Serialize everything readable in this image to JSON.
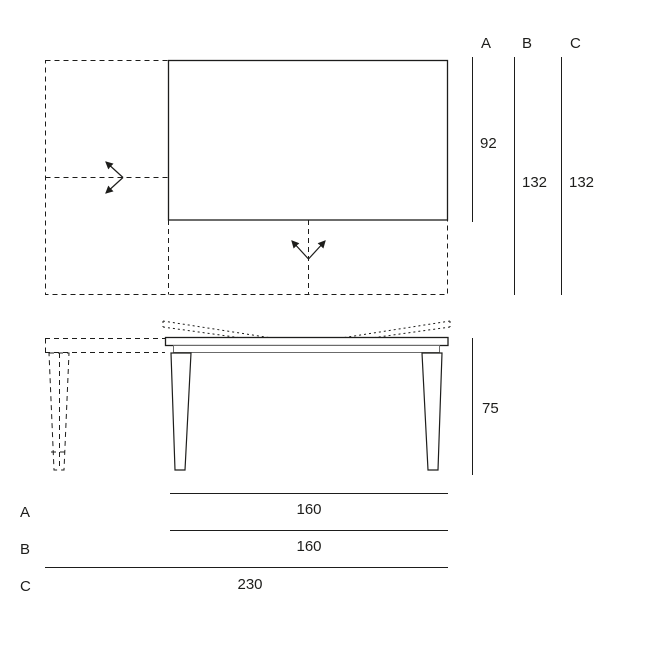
{
  "colors": {
    "line": "#1d1d1b",
    "background": "#ffffff"
  },
  "top_view_dimensions": {
    "columns": [
      {
        "label": "A",
        "value": "92"
      },
      {
        "label": "B",
        "value": "132"
      },
      {
        "label": "C",
        "value": "132"
      }
    ]
  },
  "elevation": {
    "height_value": "75"
  },
  "width_dimensions": {
    "rows": [
      {
        "label": "A",
        "value": "160"
      },
      {
        "label": "B",
        "value": "160"
      },
      {
        "label": "C",
        "value": "230"
      }
    ]
  }
}
